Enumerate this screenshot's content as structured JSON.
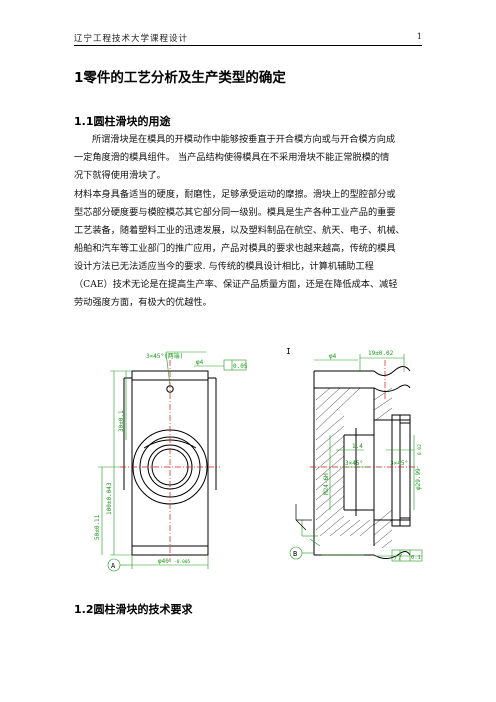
{
  "header": {
    "left": "辽宁工程技术大学课程设计",
    "right": "1"
  },
  "section1": {
    "title": "1零件的工艺分析及生产类型的确定"
  },
  "section11": {
    "title": "1.1圆柱滑块的用途",
    "para1": [
      "所谓滑块是在模具的开模动作中能够按垂直于开合模方向或与开合模方向成",
      "一定角度滑的模具组件。 当产品结构使得模具在不采用滑块不能正常脱模的情",
      "况下就得使用滑块了。"
    ],
    "para2": [
      "材料本身具备适当的硬度，耐磨性，足够承受运动的摩擦。滑块上的型腔部分或",
      "型芯部分硬度要与模腔模芯其它部分同一级别。模具是生产各种工业产品的重要",
      "工艺装备，随着塑料工业的迅速发展，以及塑料制品在航空、航天、电子、机械、",
      "船舶和汽车等工业部门的推广应用，产品对模具的要求也越来越高，传统的模具",
      "设计方法已无法适应当今的要求. 与传统的模具设计相比，计算机辅助工程",
      "（CAE）技术无论是在提高生产率、保证产品质量方面，还是在降低成本、减轻",
      "劳动强度方面，有极大的优越性。"
    ]
  },
  "figure": {
    "dims": {
      "chamfer_top": "3×45°(两端)",
      "phi4": "φ4",
      "flatness": "0.05",
      "datum_a": "A",
      "datum_b": "B",
      "left_vert_total": "100±0.043",
      "left_vert_lower": "50±0.11",
      "left_vert_upper": "30±0.1",
      "bottom_width": "φ40",
      "bottom_tol": "-0.005",
      "right_top_phi4": "φ4",
      "right_top_len": "19±0.02",
      "right_m": "M24-6H",
      "right_chamfer1": "1.4",
      "right_chamfer2": "3×45°",
      "right_chamfer3": "3×45°",
      "right_phi": "φ29.99",
      "right_tol": "0.02",
      "right_par": "0.1",
      "right_b": "B",
      "section_mark": "I"
    }
  },
  "section12": {
    "title": "1.2圆柱滑块的技术要求"
  }
}
